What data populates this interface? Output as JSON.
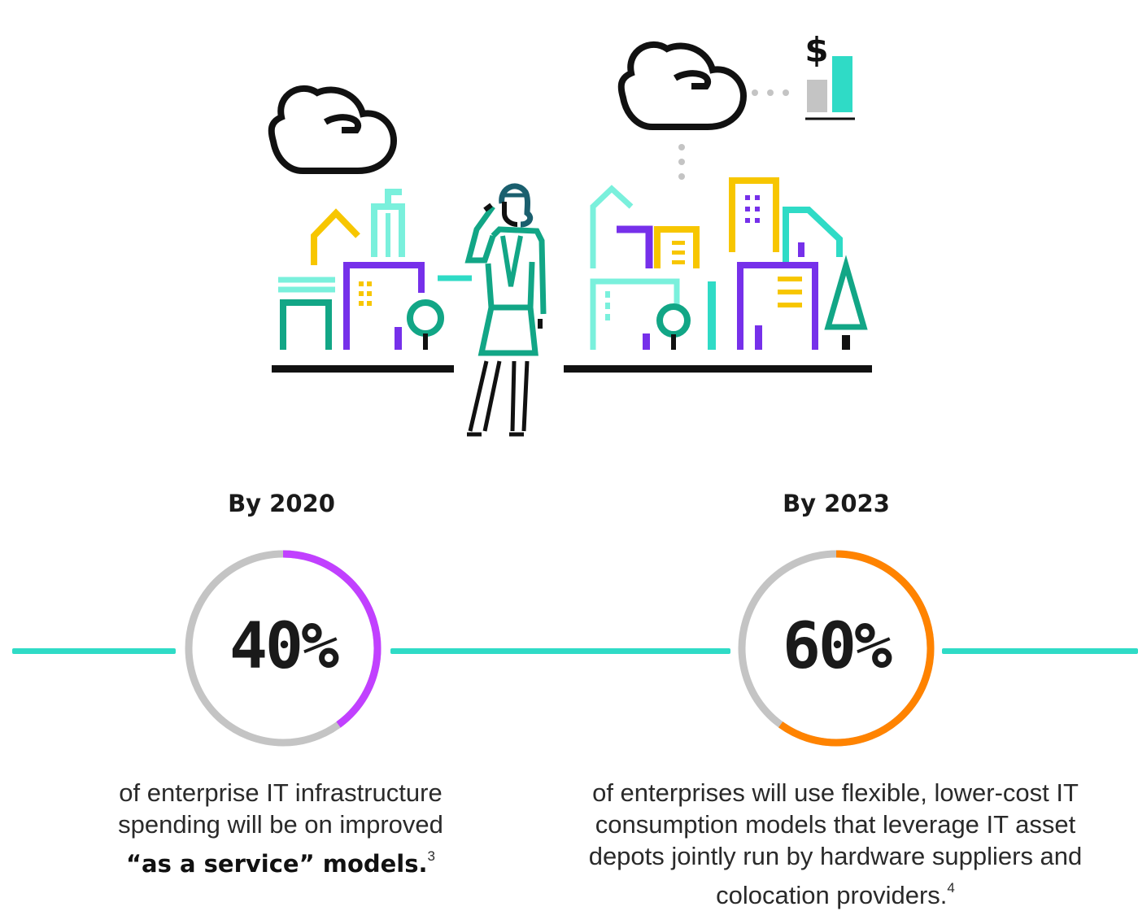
{
  "colors": {
    "teal": "#2fdbc6",
    "mint": "#7af0dc",
    "green": "#12a686",
    "purple": "#7630ea",
    "yellow": "#f7c600",
    "magenta_accent": "#c140ff",
    "orange_accent": "#ff8300",
    "ring_track": "#c4c4c4",
    "ink": "#111111"
  },
  "icons": [
    "cloud-icon",
    "dollar-bar-chart-icon",
    "city-skyline-icon",
    "person-on-phone-icon",
    "tree-icon"
  ],
  "stats": [
    {
      "period": "By 2020",
      "value_text": "40%",
      "fraction": 0.4,
      "accent": "#c140ff",
      "caption_plain": "of enterprise IT infrastructure spending will be on improved",
      "caption_strong": "“as a service” models.",
      "footnote": "3"
    },
    {
      "period": "By 2023",
      "value_text": "60%",
      "fraction": 0.6,
      "accent": "#ff8300",
      "caption_plain": "of enterprises will use flexible, lower-cost IT consumption models that leverage IT asset depots jointly run by hardware suppliers and colocation providers.",
      "footnote": "4"
    }
  ],
  "illustration": {
    "dollar_symbol": "$"
  }
}
